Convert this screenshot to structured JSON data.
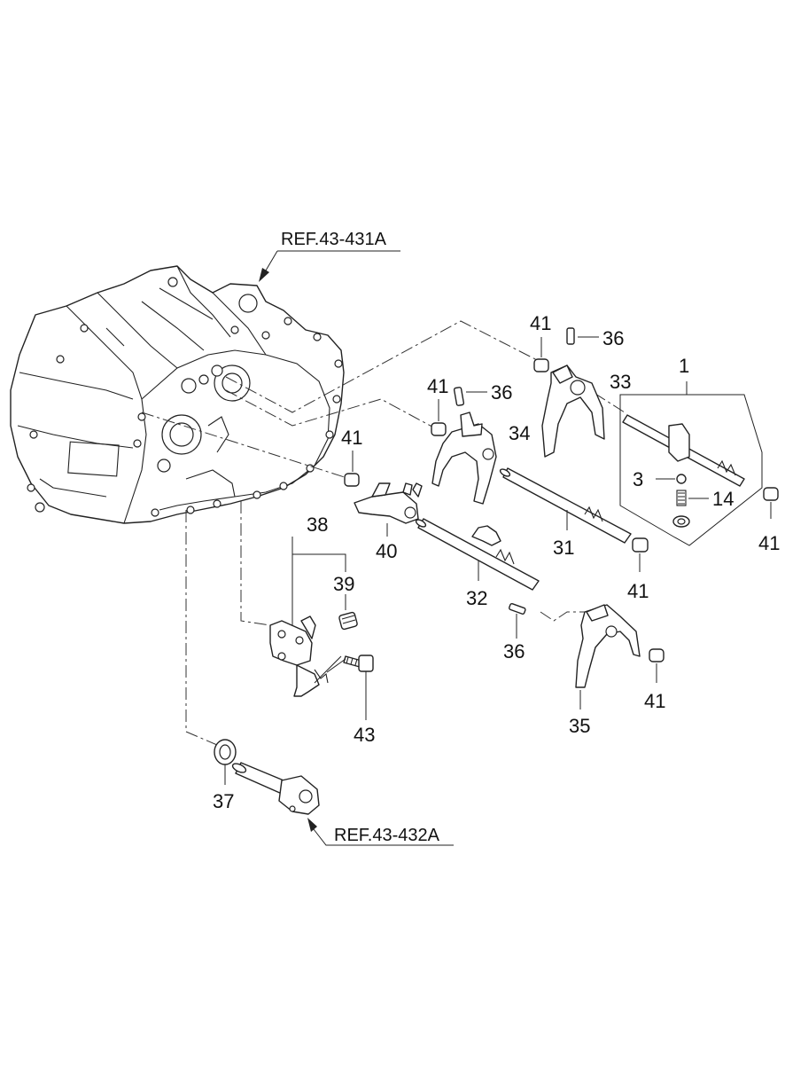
{
  "references": {
    "top": "REF.43-431A",
    "bottom": "REF.43-432A"
  },
  "callouts": {
    "p1": "1",
    "p3": "3",
    "p14": "14",
    "p31": "31",
    "p32": "32",
    "p33": "33",
    "p34": "34",
    "p35": "35",
    "p36a": "36",
    "p36b": "36",
    "p36c": "36",
    "p37": "37",
    "p38": "38",
    "p39": "39",
    "p40": "40",
    "p41a": "41",
    "p41b": "41",
    "p41c": "41",
    "p41d": "41",
    "p41e": "41",
    "p41f": "41",
    "p43": "43"
  }
}
